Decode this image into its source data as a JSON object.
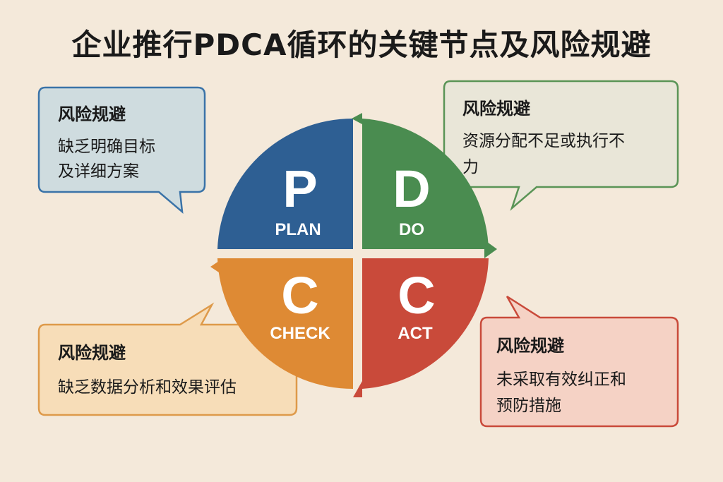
{
  "title": "企业推行PDCA循环的关键节点及风险规避",
  "colors": {
    "background": "#f4e9da",
    "plan": "#2e5f93",
    "do": "#4a8c50",
    "check": "#de8a34",
    "act": "#c94a3a"
  },
  "quadrants": [
    {
      "key": "plan",
      "letter": "P",
      "label": "PLAN"
    },
    {
      "key": "do",
      "letter": "D",
      "label": "DO"
    },
    {
      "key": "check",
      "letter": "C",
      "label": "CHECK"
    },
    {
      "key": "act",
      "letter": "C",
      "label": "ACT"
    }
  ],
  "callouts": {
    "top_left": {
      "heading": "风险规避",
      "lines": [
        "缺乏明确目标",
        "及详细方案"
      ]
    },
    "top_right": {
      "heading": "风险规避",
      "lines": [
        "资源分配不足或执行不",
        "力"
      ]
    },
    "bottom_left": {
      "heading": "风险规避",
      "lines": [
        "缺乏数据分析和效果评估"
      ]
    },
    "bottom_right": {
      "heading": "风险规避",
      "lines": [
        "未采取有效纠正和",
        "预防措施"
      ]
    }
  }
}
